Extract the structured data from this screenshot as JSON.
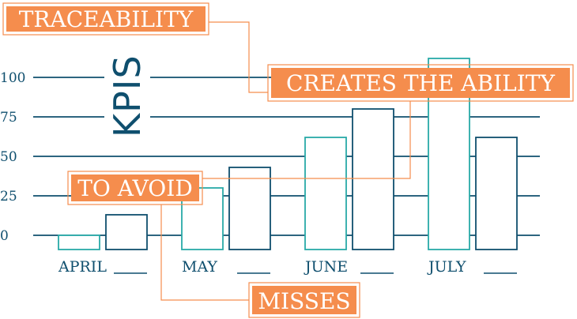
{
  "chart_data": {
    "type": "bar",
    "ylabel": "KPIS",
    "categories": [
      "APRIL",
      "MAY",
      "JUNE",
      "JULY"
    ],
    "yticks": [
      0,
      25,
      50,
      75,
      100
    ],
    "ylim": [
      -10,
      112
    ],
    "grid": true,
    "series": [
      {
        "values": [
          -9,
          -9,
          -9,
          -9
        ]
      },
      {
        "values": [
          13,
          43,
          80,
          62
        ]
      }
    ],
    "raised_bar_tops": [
      -9,
      30,
      62,
      112
    ],
    "annotations": [
      "TRACEABILITY",
      "CREATES THE ABILITY",
      "TO AVOID",
      "MISSES"
    ]
  },
  "colors": {
    "teal": "#28aaa8",
    "navy": "#0f4f6e",
    "orange": "#f58d4d"
  }
}
